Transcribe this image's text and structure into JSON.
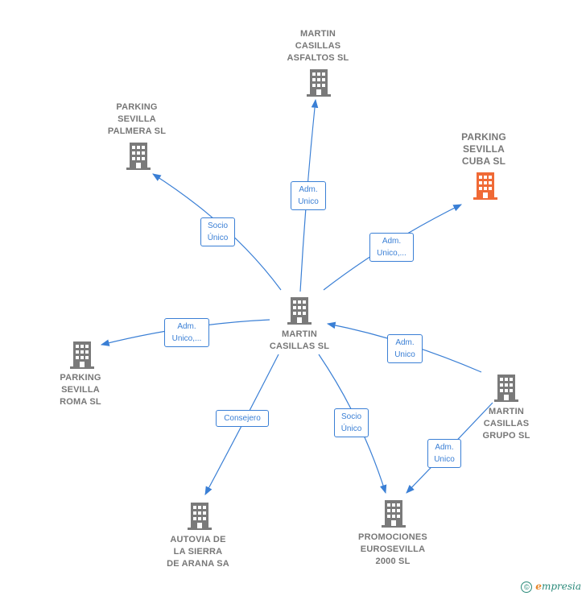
{
  "colors": {
    "edge": "#3a7fd5",
    "building": "#7a7a7a",
    "highlight": "#f06a36"
  },
  "nodes": {
    "center": {
      "label": "MARTIN\nCASILLAS SL"
    },
    "asfaltos": {
      "label": "MARTIN\nCASILLAS\nASFALTOS SL"
    },
    "palmera": {
      "label": "PARKING\nSEVILLA\nPALMERA  SL"
    },
    "cuba": {
      "label": "PARKING\nSEVILLA\nCUBA  SL"
    },
    "roma": {
      "label": "PARKING\nSEVILLA\nROMA  SL"
    },
    "grupo": {
      "label": "MARTIN\nCASILLAS\nGRUPO SL"
    },
    "autovia": {
      "label": "AUTOVIA DE\nLA SIERRA\nDE ARANA SA"
    },
    "promociones": {
      "label": "PROMOCIONES\nEUROSEVILLA\n2000  SL"
    }
  },
  "edges": {
    "center_asfaltos": "Adm.\nUnico",
    "center_palmera": "Socio\nÚnico",
    "center_cuba": "Adm.\nUnico,...",
    "center_roma": "Adm.\nUnico,...",
    "grupo_center": "Adm.\nUnico",
    "center_autovia": "Consejero",
    "center_promociones": "Socio\nÚnico",
    "grupo_promociones": "Adm.\nUnico"
  },
  "footer": {
    "copyright": "©",
    "brand_first": "e",
    "brand_rest": "mpresia"
  }
}
